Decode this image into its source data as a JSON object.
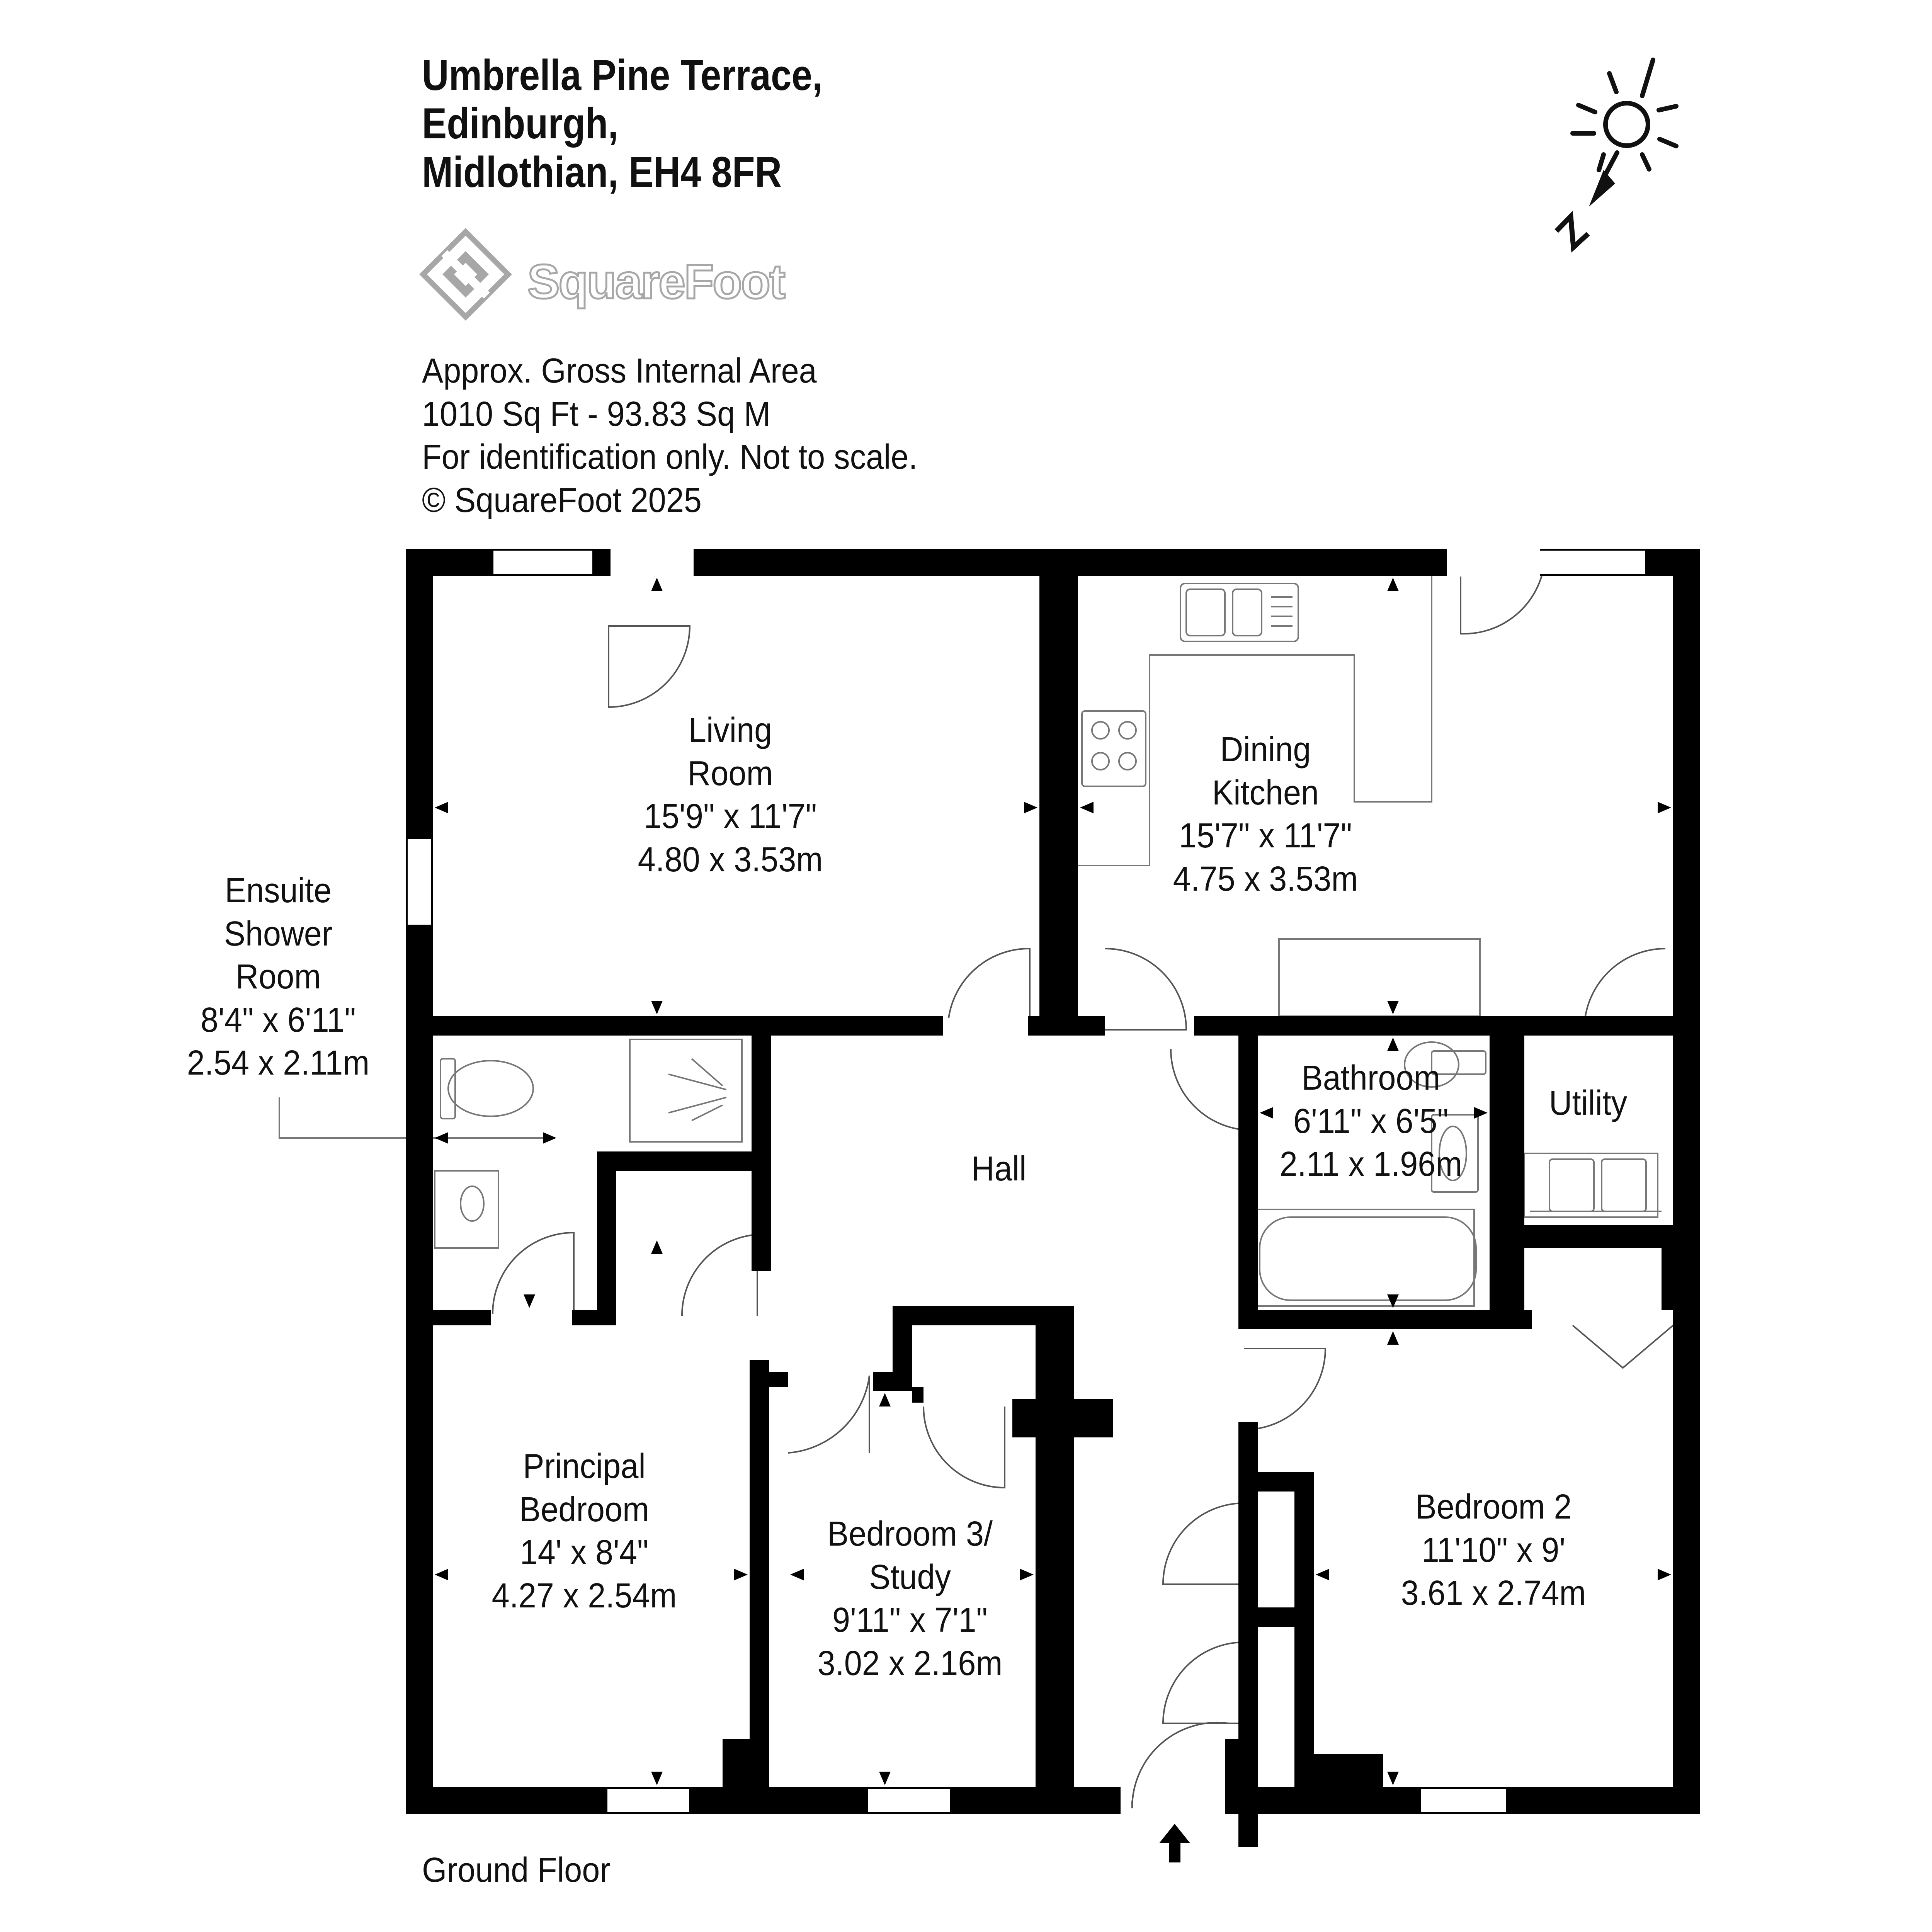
{
  "address": {
    "line1": "Umbrella Pine Terrace,",
    "line2": "Edinburgh,",
    "line3": "Midlothian, EH4 8FR"
  },
  "brand": {
    "name": "SquareFoot",
    "icon": "squarefoot-logo-icon",
    "color": "#a7a7a7"
  },
  "area_info": {
    "line1": "Approx. Gross Internal Area",
    "line2": "1010 Sq Ft  -  93.83 Sq M",
    "line3": "For identification only. Not to scale.",
    "line4": "© SquareFoot 2025"
  },
  "compass": {
    "letter": "N",
    "icon": "sun-compass-icon"
  },
  "rooms": {
    "living": {
      "name1": "Living",
      "name2": "Room",
      "imperial": "15'9\" x 11'7\"",
      "metric": "4.80 x 3.53m"
    },
    "kitchen": {
      "name1": "Dining",
      "name2": "Kitchen",
      "imperial": "15'7\" x 11'7\"",
      "metric": "4.75 x 3.53m"
    },
    "ensuite": {
      "name1": "Ensuite",
      "name2": "Shower",
      "name3": "Room",
      "imperial": "8'4\" x 6'11\"",
      "metric": "2.54 x 2.11m"
    },
    "bathroom": {
      "name": "Bathroom",
      "imperial": "6'11\" x 6'5\"",
      "metric": "2.11 x 1.96m"
    },
    "utility": {
      "name": "Utility"
    },
    "hall": {
      "name": "Hall"
    },
    "principal": {
      "name1": "Principal",
      "name2": "Bedroom",
      "imperial": "14' x 8'4\"",
      "metric": "4.27 x 2.54m"
    },
    "bedroom3": {
      "name1": "Bedroom 3/",
      "name2": "Study",
      "imperial": "9'11\" x 7'1\"",
      "metric": "3.02 x 2.16m"
    },
    "bedroom2": {
      "name": "Bedroom 2",
      "imperial": "11'10\" x 9'",
      "metric": "3.61 x 2.74m"
    }
  },
  "floor_label": "Ground Floor",
  "colors": {
    "wall": "#000000",
    "line": "#777777",
    "background": "#ffffff"
  }
}
